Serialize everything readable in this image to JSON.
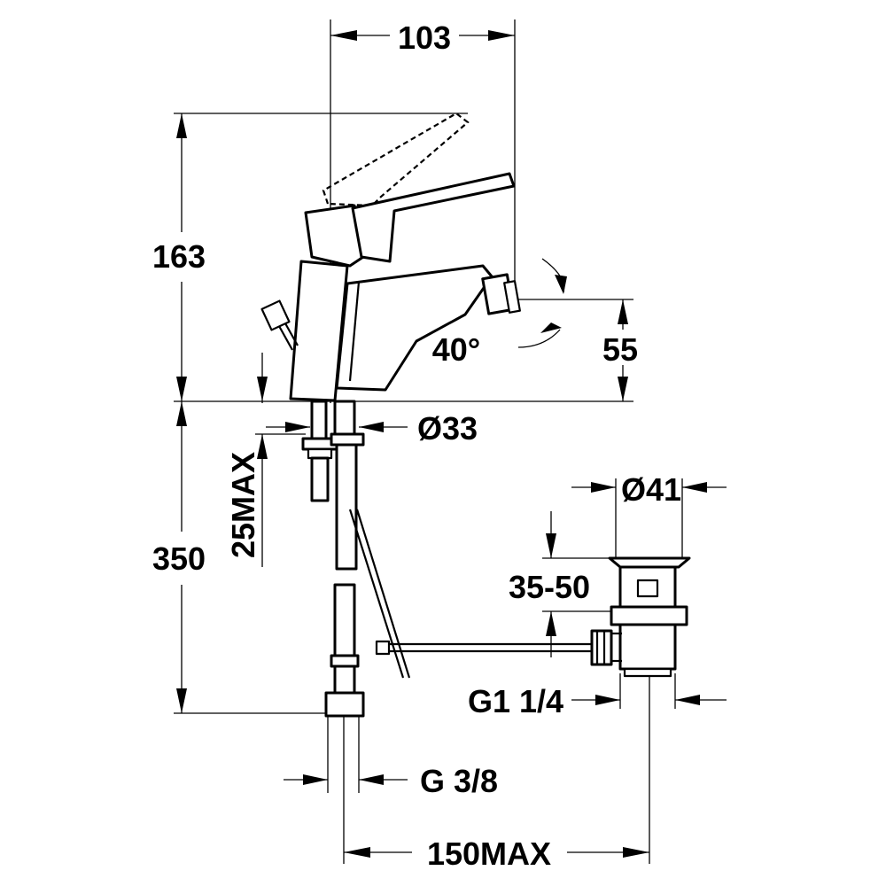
{
  "dimensions": {
    "top_width": "103",
    "total_height": "163",
    "angle": "40°",
    "spout_height": "55",
    "body_diameter": "Ø33",
    "max_thickness": "25MAX",
    "below_height": "350",
    "waste_diameter": "Ø41",
    "waste_range": "35-50",
    "waste_thread": "G1 1/4",
    "supply_thread": "G 3/8",
    "max_offset": "150MAX"
  }
}
